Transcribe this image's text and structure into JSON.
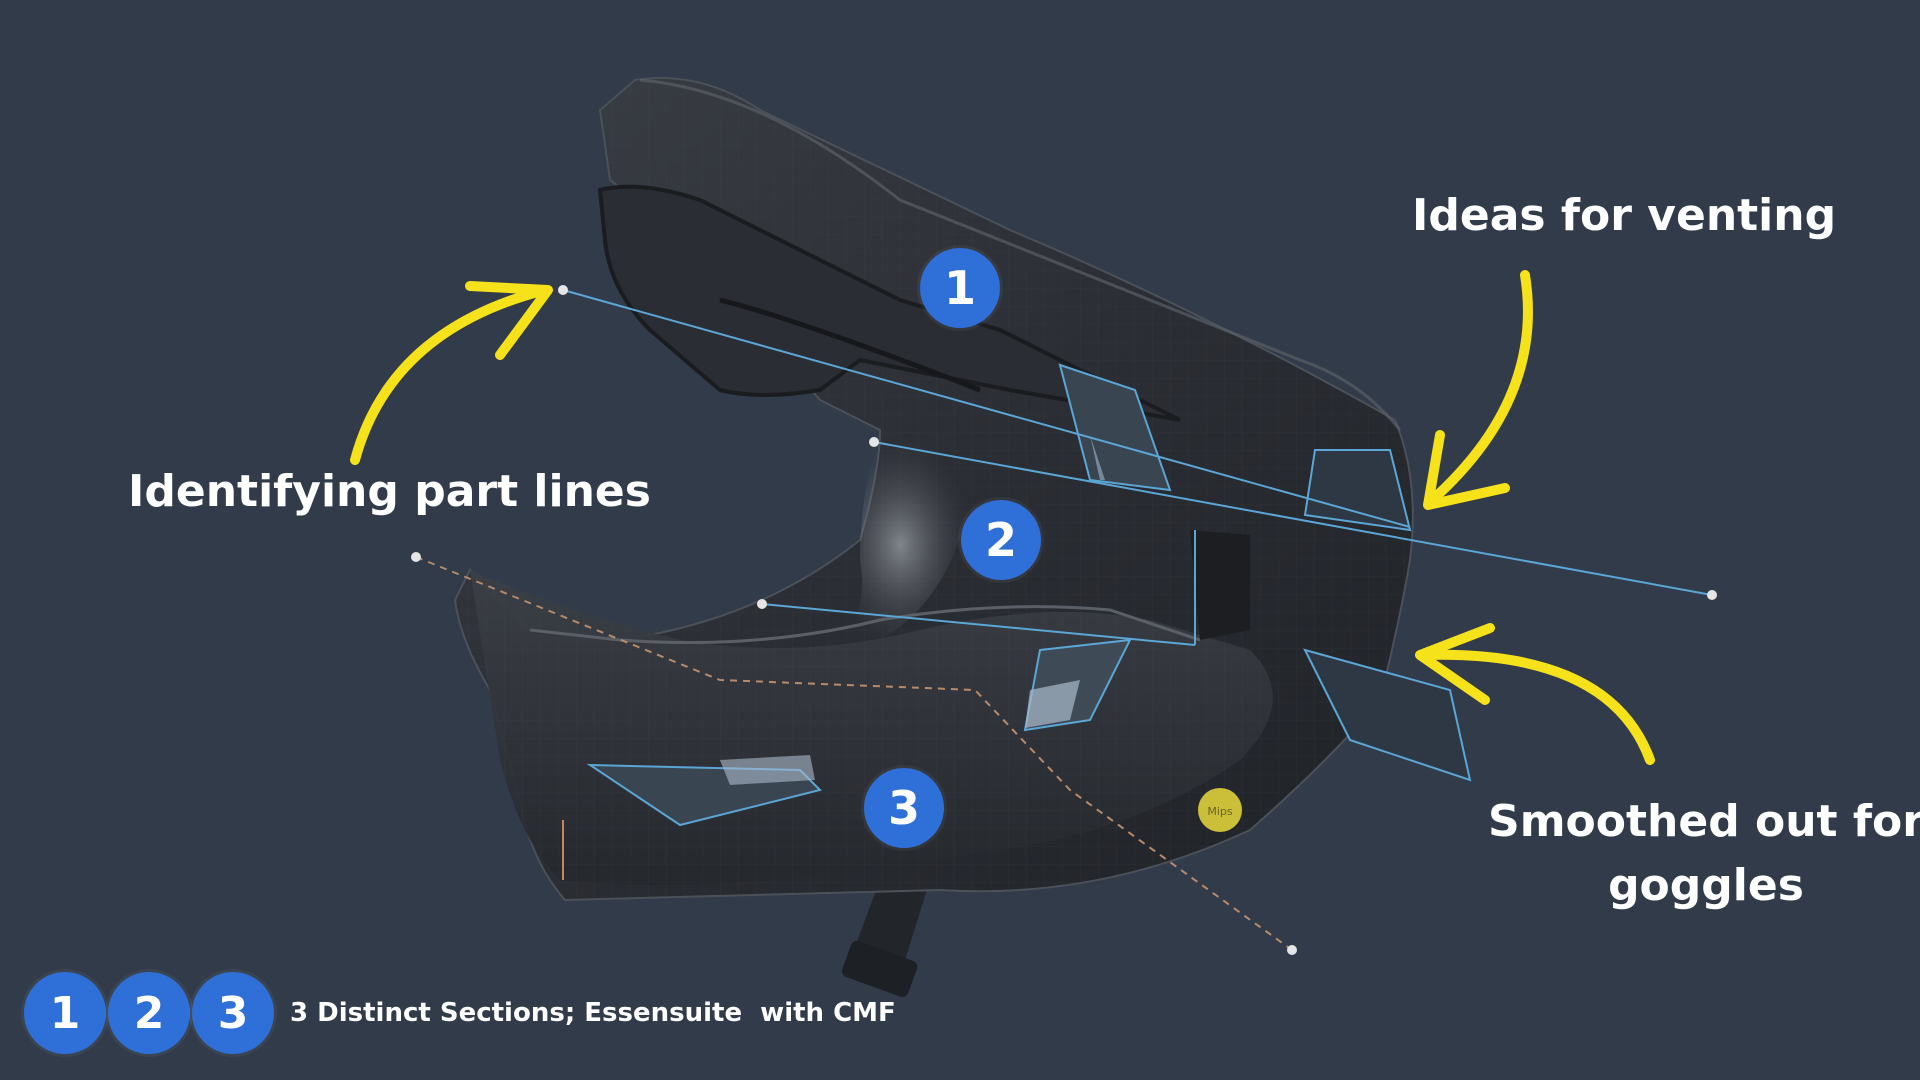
{
  "section_markers": [
    "1",
    "2",
    "3"
  ],
  "annotations": {
    "venting": "Ideas for venting",
    "part_lines": "Identifying part lines",
    "goggles_line1": "Smoothed out for",
    "goggles_line2": "goggles"
  },
  "legend": {
    "badges": [
      "1",
      "2",
      "3"
    ],
    "text": "3 Distinct Sections; Essensuite  with CMF"
  },
  "colors": {
    "background": "#313b49",
    "badge": "#2f6fd8",
    "arrow": "#f6e21a",
    "guide_line": "#5ba6d6",
    "dashed_line": "#b88a6a",
    "helmet": "#2c2f35",
    "mips_logo": "#cbbf3a"
  }
}
